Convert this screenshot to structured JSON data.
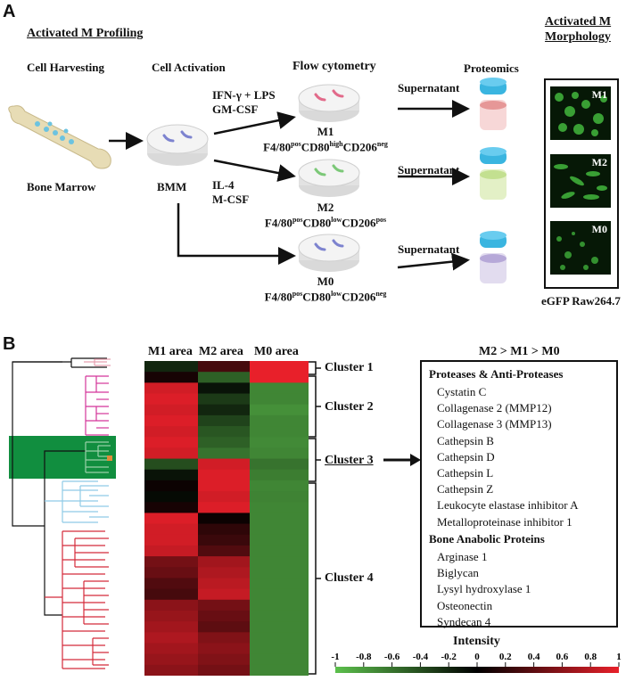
{
  "panel_a": {
    "letter": "A",
    "title": "Activated M Profiling",
    "morph_title_1": "Activated M",
    "morph_title_2": "Morphology",
    "cell_harvesting": "Cell Harvesting",
    "cell_activation": "Cell Activation",
    "flow_cytometry": "Flow cytometry",
    "proteomics": "Proteomics",
    "bone_marrow": "Bone Marrow",
    "bmm": "BMM",
    "m1_cond_1": "IFN-γ + LPS",
    "m1_cond_2": "GM-CSF",
    "m2_cond_1": "IL-4",
    "m2_cond_2": "M-CSF",
    "supernatant": "Supernatant",
    "m1": {
      "name": "M1",
      "a": "F4/80",
      "a_sup": "pos",
      "b": "CD80",
      "b_sup": "high",
      "c": "CD206",
      "c_sup": "neg"
    },
    "m2": {
      "name": "M2",
      "a": "F4/80",
      "a_sup": "pos",
      "b": "CD80",
      "b_sup": "low",
      "c": "CD206",
      "c_sup": "pos"
    },
    "m0": {
      "name": "M0",
      "a": "F4/80",
      "a_sup": "pos",
      "b": "CD80",
      "b_sup": "low",
      "c": "CD206",
      "c_sup": "neg"
    },
    "micro_labels": [
      "M1",
      "M2",
      "M0"
    ],
    "egfp": "eGFP Raw264.7"
  },
  "panel_b": {
    "letter": "B",
    "columns": [
      "M1 area",
      "M2 area",
      "M0 area"
    ],
    "clusters": [
      "Cluster 1",
      "Cluster 2",
      "Cluster 3",
      "Cluster 4"
    ],
    "order_title": "M2 > M1 > M0",
    "proteases_title": "Proteases & Anti-Proteases",
    "proteases": [
      "Cystatin C",
      "Collagenase 2 (MMP12)",
      "Collagenase 3  (MMP13)",
      "Cathepsin B",
      "Cathepsin D",
      "Cathepsin L",
      "Cathepsin Z",
      "Leukocyte elastase inhibitor A",
      "Metalloproteinase inhibitor 1"
    ],
    "anabolic_title": "Bone Anabolic Proteins",
    "anabolic": [
      "Arginase 1",
      "Biglycan",
      "Lysyl hydroxylase 1",
      "Osteonectin",
      "Syndecan 4"
    ],
    "intensity_title": "Intensity",
    "intensity_ticks": [
      "-1",
      "-0.8",
      "-0.6",
      "-0.4",
      "-0.2",
      "0",
      "0.2",
      "0.4",
      "0.6",
      "0.8",
      "1"
    ],
    "colors": {
      "low": "#5cc04c",
      "mid": "#000000",
      "high": "#e8202a"
    }
  },
  "heatmap": [
    [
      -0.2,
      0.3,
      1.0
    ],
    [
      0.1,
      -0.5,
      1.0
    ],
    [
      0.9,
      -0.1,
      -0.7
    ],
    [
      0.95,
      -0.3,
      -0.7
    ],
    [
      0.9,
      -0.2,
      -0.75
    ],
    [
      0.95,
      -0.35,
      -0.7
    ],
    [
      0.9,
      -0.45,
      -0.7
    ],
    [
      0.95,
      -0.5,
      -0.72
    ],
    [
      0.9,
      -0.6,
      -0.7
    ],
    [
      -0.4,
      0.9,
      -0.6
    ],
    [
      -0.1,
      0.95,
      -0.65
    ],
    [
      0.05,
      0.95,
      -0.7
    ],
    [
      -0.05,
      0.9,
      -0.68
    ],
    [
      0.1,
      0.95,
      -0.7
    ],
    [
      0.95,
      0.05,
      -0.7
    ],
    [
      0.9,
      0.2,
      -0.7
    ],
    [
      0.9,
      0.25,
      -0.7
    ],
    [
      0.85,
      0.35,
      -0.7
    ],
    [
      0.5,
      0.7,
      -0.7
    ],
    [
      0.45,
      0.75,
      -0.7
    ],
    [
      0.35,
      0.8,
      -0.7
    ],
    [
      0.3,
      0.85,
      -0.7
    ],
    [
      0.6,
      0.5,
      -0.7
    ],
    [
      0.65,
      0.45,
      -0.7
    ],
    [
      0.7,
      0.4,
      -0.7
    ],
    [
      0.75,
      0.55,
      -0.7
    ],
    [
      0.7,
      0.6,
      -0.7
    ],
    [
      0.65,
      0.55,
      -0.7
    ],
    [
      0.6,
      0.5,
      -0.7
    ]
  ]
}
